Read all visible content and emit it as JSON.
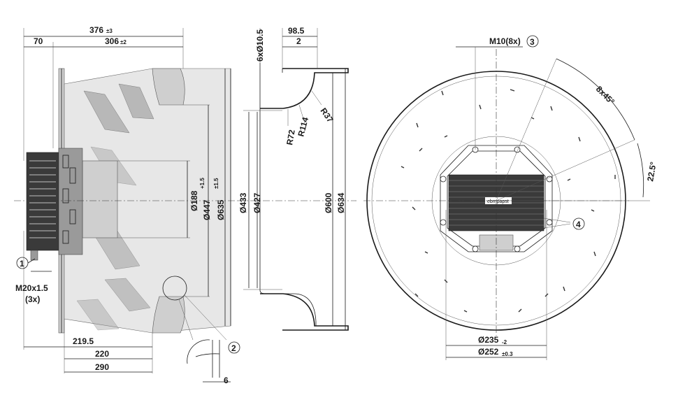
{
  "drawing": {
    "side_view": {
      "overall_length": "376",
      "overall_length_tol": "±3",
      "motor_offset": "70",
      "wheel_length": "306",
      "wheel_length_tol": "±2",
      "dia_hub": "Ø188",
      "dia_plate": "Ø447",
      "dia_plate_tol": "+1.5",
      "dia_outer": "Ø635",
      "dia_outer_tol": "±1.5",
      "len_219": "219.5",
      "len_220": "220",
      "len_290": "290",
      "cable_gland": "M20x1.5",
      "cable_gland_count": "(3x)",
      "callout_1": "1",
      "callout_2": "2",
      "detail_6": "6"
    },
    "section_view": {
      "holes": "6xØ10.5",
      "depth": "98.5",
      "wall": "2",
      "r37": "R37",
      "r72": "R72",
      "r114": "R114",
      "dia_433": "Ø433",
      "dia_427": "Ø427",
      "dia_600": "Ø600",
      "dia_634": "Ø634"
    },
    "front_view": {
      "thread": "M10(8x)",
      "callout_3": "3",
      "angle_8x45": "8x45°",
      "angle_22": "22.5°",
      "callout_4": "4",
      "dia_235": "Ø235",
      "dia_235_tol": "-2",
      "dia_252": "Ø252",
      "dia_252_tol": "±0.3",
      "brand": "ebmpapst"
    }
  }
}
